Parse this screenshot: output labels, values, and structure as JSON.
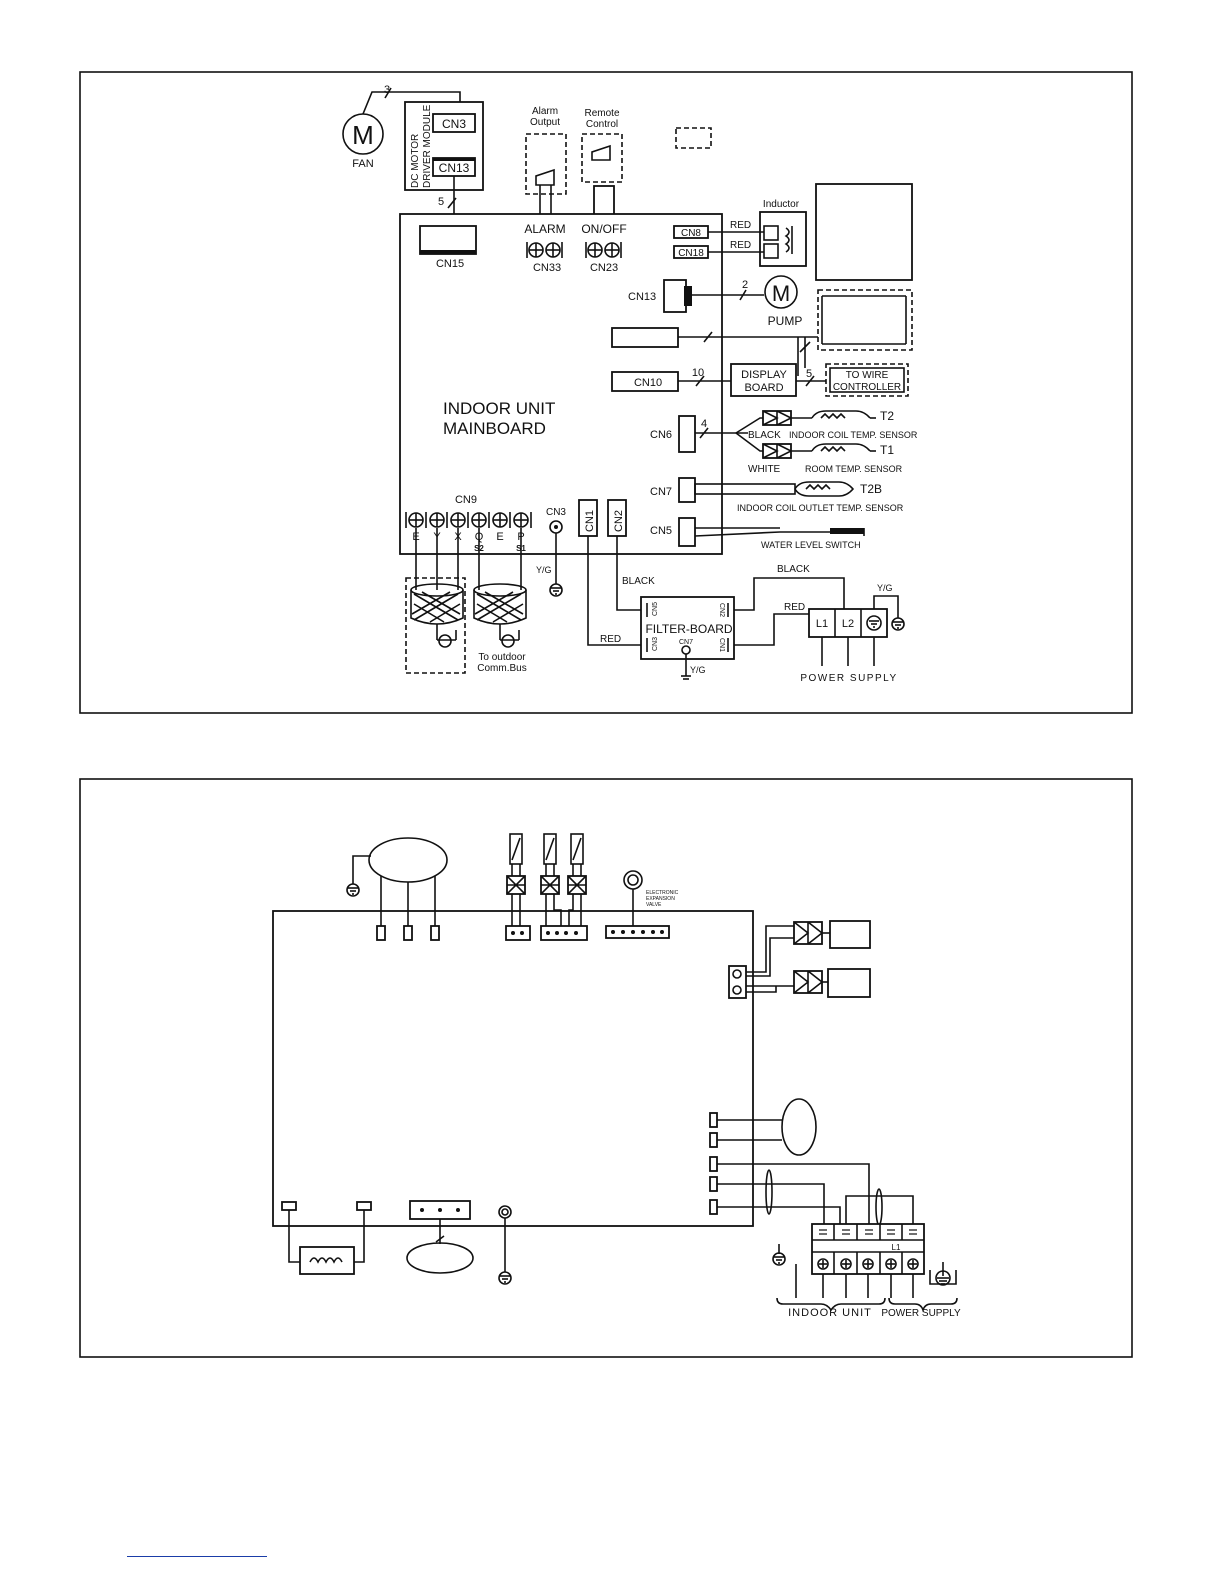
{
  "diagram1": {
    "fan_label": "FAN",
    "fan_symbol": "M",
    "wire_3": "3",
    "wire_5": "5",
    "cn3": "CN3",
    "cn13_motor": "CN13",
    "dc_motor_line1": "DC MOTOR",
    "dc_motor_line2": "DRIVER MODULE",
    "alarm_output_line1": "Alarm",
    "alarm_output_line2": "Output",
    "remote_control_line1": "Remote",
    "remote_control_line2": "Control",
    "inductor": "Inductor",
    "red_cn8": "RED",
    "red_cn18": "RED",
    "cn8": "CN8",
    "cn18": "CN18",
    "alarm": "ALARM",
    "on_off": "ON/OFF",
    "cn33": "CN33",
    "cn23": "CN23",
    "cn15": "CN15",
    "cn13_pump": "CN13",
    "wire_2": "2",
    "pump_symbol": "M",
    "pump": "PUMP",
    "cn10": "CN10",
    "wire_10": "10",
    "display_line1": "DISPLAY",
    "display_line2": "BOARD",
    "wire_5b": "5",
    "to_wire_line1": "TO WIRE",
    "to_wire_line2": "CONTROLLER",
    "mainboard_line1": "INDOOR UNIT",
    "mainboard_line2": "MAINBOARD",
    "cn6": "CN6",
    "wire_4": "4",
    "t2": "T2",
    "black_sensor": "BLACK",
    "indoor_coil_sensor": "INDOOR COIL TEMP. SENSOR",
    "t1": "T1",
    "white_sensor": "WHITE",
    "room_sensor": "ROOM TEMP. SENSOR",
    "cn7": "CN7",
    "t2b": "T2B",
    "outlet_sensor": "INDOOR COIL OUTLET TEMP. SENSOR",
    "cn5": "CN5",
    "water_level": "WATER LEVEL SWITCH",
    "cn9": "CN9",
    "terminals": [
      "E",
      "Y",
      "X",
      "Q",
      "E",
      "P"
    ],
    "s2": "S2",
    "s1": "S1",
    "cn3_ground": "CN3",
    "cn1": "CN1",
    "cn2": "CN2",
    "yg_left": "Y/G",
    "black_filter": "BLACK",
    "black_top": "BLACK",
    "red_filter": "RED",
    "red_power": "RED",
    "filter_board": "FILTER-BOARD",
    "fb_cn5": "CN5",
    "fb_cn3": "CN3",
    "fb_cn7": "CN7",
    "fb_cn2": "CN2",
    "fb_cn1": "CN1",
    "yg_filter": "Y/G",
    "yg_power": "Y/G",
    "l1": "L1",
    "l2": "L2",
    "power_supply": "POWER SUPPLY",
    "to_outdoor_line1": "To outdoor",
    "to_outdoor_line2": "Comm.Bus"
  },
  "diagram2": {
    "electronic_expansion_valve": [
      "ELECTRONIC",
      "EXPANSION",
      "VALVE"
    ],
    "l1": "L1",
    "indoor_unit": "INDOOR UNIT",
    "power_supply": "POWER SUPPLY"
  }
}
